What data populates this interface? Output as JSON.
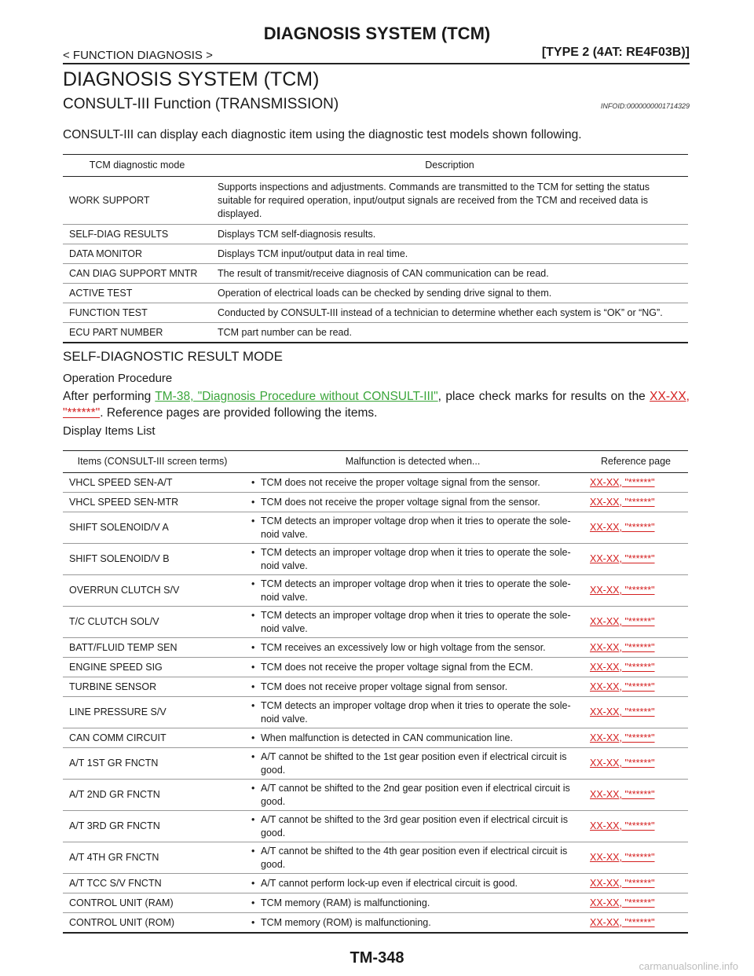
{
  "header": {
    "title": "DIAGNOSIS SYSTEM (TCM)",
    "breadcrumb": "< FUNCTION DIAGNOSIS >",
    "type": "[TYPE 2 (4AT: RE4F03B)]"
  },
  "section_title": "DIAGNOSIS SYSTEM (TCM)",
  "subsection_title": "CONSULT-III Function (TRANSMISSION)",
  "infoid": "INFOID:0000000001714329",
  "intro": "CONSULT-III can display each diagnostic item using the diagnostic test models shown following.",
  "table1": {
    "headers": [
      "TCM diagnostic mode",
      "Description"
    ],
    "rows": [
      {
        "mode": "WORK SUPPORT",
        "desc": "Supports inspections and adjustments. Commands are transmitted to the TCM for setting the status suitable for required operation, input/output signals are received from the TCM and received data is displayed."
      },
      {
        "mode": "SELF-DIAG RESULTS",
        "desc": "Displays TCM self-diagnosis results."
      },
      {
        "mode": "DATA MONITOR",
        "desc": "Displays TCM input/output data in real time."
      },
      {
        "mode": "CAN DIAG SUPPORT MNTR",
        "desc": "The result of transmit/receive diagnosis of CAN communication can be read."
      },
      {
        "mode": "ACTIVE TEST",
        "desc": "Operation of electrical loads can be checked by sending drive signal to them."
      },
      {
        "mode": "FUNCTION TEST",
        "desc": "Conducted by CONSULT-III instead of a technician to determine whether each system is “OK” or “NG”."
      },
      {
        "mode": "ECU PART NUMBER",
        "desc": "TCM part number can be read."
      }
    ]
  },
  "mode_title": "SELF-DIAGNOSTIC RESULT MODE",
  "procedure": {
    "title": "Operation Procedure",
    "text_before": "After performing ",
    "link1": "TM-38, \"Diagnosis Procedure without CONSULT-III\"",
    "text_mid": ", place check marks for results on the ",
    "link2": "XX-XX, \"******\"",
    "text_after": ". Reference pages are provided following the items."
  },
  "display_title": "Display Items List",
  "table2": {
    "headers": [
      "Items (CONSULT-III screen terms)",
      "Malfunction is detected when...",
      "Reference page"
    ],
    "rows": [
      {
        "item": "VHCL SPEED SEN-A/T",
        "cond": "TCM does not receive the proper voltage signal from the sensor.",
        "ref": "XX-XX, \"******\""
      },
      {
        "item": "VHCL SPEED SEN-MTR",
        "cond": "TCM does not receive the proper voltage signal from the sensor.",
        "ref": "XX-XX, \"******\""
      },
      {
        "item": "SHIFT SOLENOID/V A",
        "cond": "TCM detects an improper voltage drop when it tries to operate the sole- noid valve.",
        "ref": "XX-XX, \"******\""
      },
      {
        "item": "SHIFT SOLENOID/V B",
        "cond": "TCM detects an improper voltage drop when it tries to operate the sole- noid valve.",
        "ref": "XX-XX, \"******\""
      },
      {
        "item": "OVERRUN CLUTCH S/V",
        "cond": "TCM detects an improper voltage drop when it tries to operate the sole- noid valve.",
        "ref": "XX-XX, \"******\""
      },
      {
        "item": "T/C CLUTCH SOL/V",
        "cond": "TCM detects an improper voltage drop when it tries to operate the sole- noid valve.",
        "ref": "XX-XX, \"******\""
      },
      {
        "item": "BATT/FLUID TEMP SEN",
        "cond": "TCM receives an excessively low or high voltage from the sensor.",
        "ref": "XX-XX, \"******\""
      },
      {
        "item": "ENGINE SPEED SIG",
        "cond": "TCM does not receive the proper voltage signal from the ECM.",
        "ref": "XX-XX, \"******\""
      },
      {
        "item": "TURBINE SENSOR",
        "cond": "TCM does not receive proper voltage signal from sensor.",
        "ref": "XX-XX, \"******\""
      },
      {
        "item": "LINE PRESSURE S/V",
        "cond": "TCM detects an improper voltage drop when it tries to operate the sole- noid valve.",
        "ref": "XX-XX, \"******\""
      },
      {
        "item": "CAN COMM CIRCUIT",
        "cond": "When malfunction is detected in CAN communication line.",
        "ref": "XX-XX, \"******\""
      },
      {
        "item": "A/T 1ST GR FNCTN",
        "cond": "A/T cannot be shifted to the 1st gear position even if electrical circuit is good.",
        "ref": "XX-XX, \"******\""
      },
      {
        "item": "A/T 2ND GR FNCTN",
        "cond": "A/T cannot be shifted to the 2nd gear position even if electrical circuit is good.",
        "ref": "XX-XX, \"******\""
      },
      {
        "item": "A/T 3RD GR FNCTN",
        "cond": "A/T cannot be shifted to the 3rd gear position even if electrical circuit is good.",
        "ref": "XX-XX, \"******\""
      },
      {
        "item": "A/T 4TH GR FNCTN",
        "cond": "A/T cannot be shifted to the 4th gear position even if electrical circuit is good.",
        "ref": "XX-XX, \"******\""
      },
      {
        "item": "A/T TCC S/V FNCTN",
        "cond": "A/T cannot perform lock-up even if electrical circuit is good.",
        "ref": "XX-XX, \"******\""
      },
      {
        "item": "CONTROL UNIT (RAM)",
        "cond": "TCM memory (RAM) is malfunctioning.",
        "ref": "XX-XX, \"******\""
      },
      {
        "item": "CONTROL UNIT (ROM)",
        "cond": "TCM memory (ROM) is malfunctioning.",
        "ref": "XX-XX, \"******\""
      }
    ]
  },
  "footer": "TM-348",
  "watermark": "carmanualsonline.info",
  "colors": {
    "link_green": "#3aa53a",
    "link_red": "#d42020"
  }
}
